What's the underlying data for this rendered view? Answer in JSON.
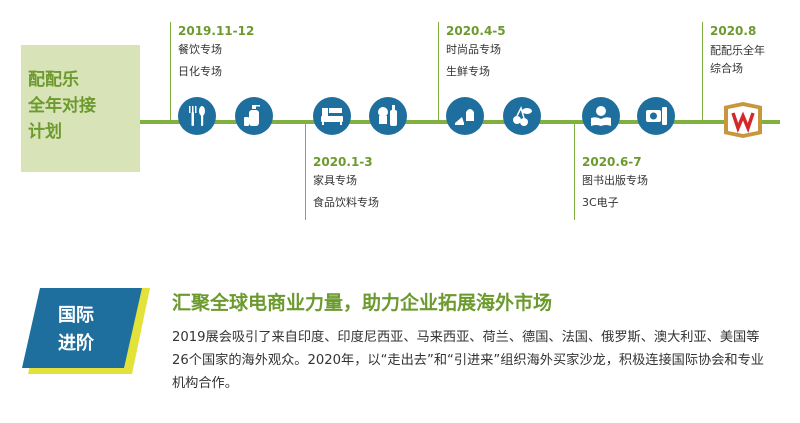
{
  "plan": {
    "title": "配配乐\n全年对接\n计划"
  },
  "phases": [
    {
      "date": "2019.11-12",
      "items": [
        "餐饮专场",
        "日化专场"
      ]
    },
    {
      "date": "2020.1-3",
      "items": [
        "家具专场",
        "食品饮料专场"
      ]
    },
    {
      "date": "2020.4-5",
      "items": [
        "时尚品专场",
        "生鲜专场"
      ]
    },
    {
      "date": "2020.6-7",
      "items": [
        "图书出版专场",
        "3C电子"
      ]
    },
    {
      "date": "2020.8",
      "items": [
        "配配乐全年",
        "综合场"
      ]
    }
  ],
  "icons": [
    "utensils-icon",
    "cosmetics-icon",
    "furniture-icon",
    "food-drink-icon",
    "fashion-icon",
    "fresh-produce-icon",
    "books-icon",
    "electronics-icon",
    "logo-icon"
  ],
  "colors": {
    "green": "#7fb040",
    "darkGreen": "#6c9a2e",
    "blue": "#1e6e9e",
    "yellow": "#e2e23a",
    "lightGreen": "#d9e3b8"
  },
  "intl": {
    "badge": "国际\n进阶",
    "headline": "汇聚全球电商业力量，助力企业拓展海外市场",
    "body": "2019展会吸引了来自印度、印度尼西亚、马来西亚、荷兰、德国、法国、俄罗斯、澳大利亚、美国等26个国家的海外观众。2020年，以“走出去”和“引进来”组织海外买家沙龙，积极连接国际协会和专业机构合作。"
  }
}
